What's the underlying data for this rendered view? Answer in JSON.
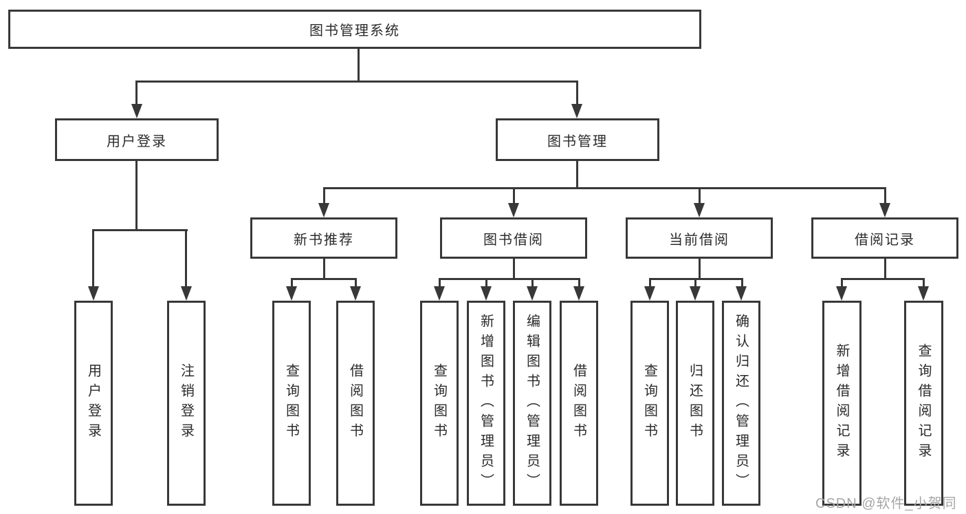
{
  "diagram": {
    "root": {
      "label": "图书管理系统"
    },
    "branches": {
      "user": {
        "label": "用户登录"
      },
      "books": {
        "label": "图书管理"
      }
    },
    "modules": [
      {
        "label": "新书推荐"
      },
      {
        "label": "图书借阅"
      },
      {
        "label": "当前借阅"
      },
      {
        "label": "借阅记录"
      }
    ],
    "leaves": [
      {
        "label": "用户登录"
      },
      {
        "label": "注销登录"
      },
      {
        "label": "查询图书"
      },
      {
        "label": "借阅图书"
      },
      {
        "label": "查询图书"
      },
      {
        "label": "新增图书（管理员）"
      },
      {
        "label": "编辑图书（管理员）"
      },
      {
        "label": "借阅图书"
      },
      {
        "label": "查询图书"
      },
      {
        "label": "归还图书"
      },
      {
        "label": "确认归还（管理员）"
      },
      {
        "label": "新增借阅记录"
      },
      {
        "label": "查询借阅记录"
      }
    ]
  },
  "watermark": {
    "text": "CSDN @软件_小贺同学"
  },
  "colors": {
    "line": "#383838",
    "box_border": "#383838",
    "box_fill": "#ffffff",
    "text": "#2b2b2b",
    "watermark": "#a6a6a6",
    "background": "#ffffff"
  }
}
